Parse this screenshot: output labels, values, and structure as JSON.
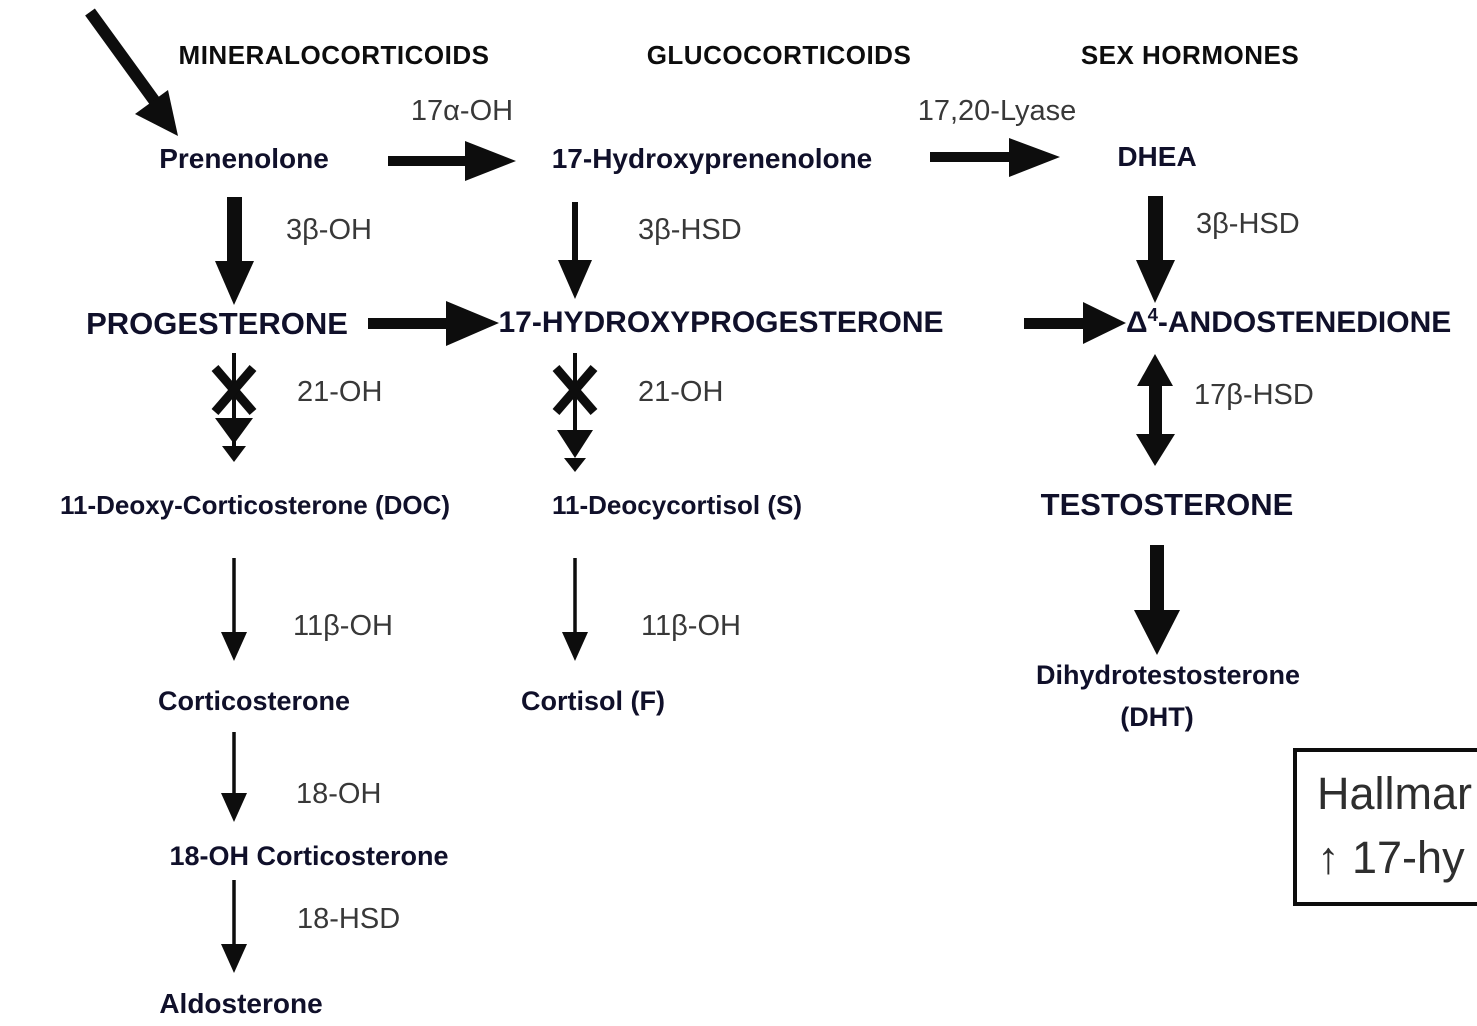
{
  "colors": {
    "ink": "#0d0d0d",
    "compound": "#10102a",
    "enzyme": "#383838",
    "background": "#ffffff"
  },
  "headers": {
    "mineralocorticoids": "MINERALOCORTICOIDS",
    "glucocorticoids": "GLUCOCORTICOIDS",
    "sex_hormones": "SEX HORMONES"
  },
  "compounds": {
    "pregnenolone": "Prenenolone",
    "hydroxypregnenolone": "17-Hydroxyprenenolone",
    "dhea": "DHEA",
    "progesterone": "PROGESTERONE",
    "hydroxyprogesterone": "17-HYDROXYPROGESTERONE",
    "androstenedione_delta": "Δ",
    "androstenedione_sup": "4",
    "androstenedione_rest": "-ANDOSTENEDIONE",
    "doc": "11-Deoxy-Corticosterone (DOC)",
    "deoxycortisol": "11-Deocycortisol (S)",
    "testosterone": "TESTOSTERONE",
    "corticosterone": "Corticosterone",
    "cortisol": "Cortisol (F)",
    "dht_line1": "Dihydrotestosterone",
    "dht_line2": "(DHT)",
    "oh_corticosterone": "18-OH Corticosterone",
    "aldosterone": "Aldosterone"
  },
  "enzymes": {
    "e17a_oh": "17α-OH",
    "e17_20_lyase": "17,20-Lyase",
    "e3b_oh": "3β-OH",
    "e3b_hsd_mid": "3β-HSD",
    "e3b_hsd_right": "3β-HSD",
    "e21_oh_left": "21-OH",
    "e21_oh_mid": "21-OH",
    "e17b_hsd": "17β-HSD",
    "e11b_oh_left": "11β-OH",
    "e11b_oh_mid": "11β-OH",
    "e18_oh": "18-OH",
    "e18_hsd": "18-HSD"
  },
  "note_box": {
    "line1": "Hallmar",
    "line2": "↑ 17-hy"
  }
}
